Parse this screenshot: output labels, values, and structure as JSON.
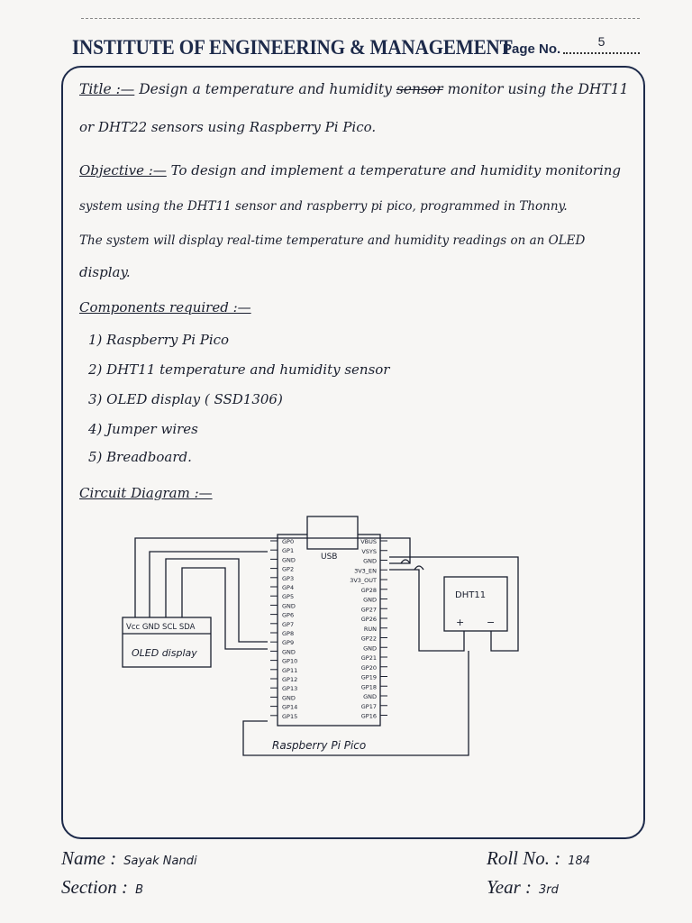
{
  "header": {
    "institute": "INSTITUTE OF ENGINEERING & MANAGEMENT",
    "page_label": "Page No.",
    "page_value": "5"
  },
  "content": {
    "title_label": "Title :—",
    "title_line1_a": "Design a temperature and humidity",
    "title_line1_struck": "sensor",
    "title_line1_b": "monitor using the DHT11",
    "title_line2": "or DHT22 sensors using Raspberry Pi Pico.",
    "objective_label": "Objective :—",
    "objective_line1": "To design and implement a temperature and humidity monitoring",
    "objective_line2": "system using the DHT11 sensor and raspberry pi pico, programmed in Thonny.",
    "objective_line3": "The system will display real-time temperature and humidity readings on an OLED",
    "objective_line4": "display.",
    "components_label": "Components required :—",
    "components": [
      "1) Raspberry Pi Pico",
      "2) DHT11 temperature and humidity sensor",
      "3) OLED display ( SSD1306)",
      "4) Jumper wires",
      "5) Breadboard."
    ],
    "circuit_label": "Circuit Diagram :—"
  },
  "diagram": {
    "usb": "USB",
    "pico_label": "Raspberry Pi Pico",
    "left_pins": [
      "GP0",
      "GP1",
      "GND",
      "GP2",
      "GP3",
      "GP4",
      "GP5",
      "GND",
      "GP6",
      "GP7",
      "GP8",
      "GP9",
      "GND",
      "GP10",
      "GP11",
      "GP12",
      "GP13",
      "GND",
      "GP14",
      "GP15"
    ],
    "right_pins": [
      "VBUS",
      "VSYS",
      "GND",
      "3V3_EN",
      "3V3_OUT",
      "GP28",
      "GND",
      "GP27",
      "GP26",
      "RUN",
      "GP22",
      "GND",
      "GP21",
      "GP20",
      "GP19",
      "GP18",
      "GND",
      "GP17",
      "GP16"
    ],
    "oled_pins": "Vcc GND SCL SDA",
    "oled_label": "OLED display",
    "dht_label": "DHT11",
    "dht_plus": "+",
    "dht_minus": "−"
  },
  "footer": {
    "name_label": "Name :",
    "name_value": "Sayak Nandi",
    "section_label": "Section :",
    "section_value": "B",
    "roll_label": "Roll No. :",
    "roll_value": "184",
    "year_label": "Year :",
    "year_value": "3rd"
  }
}
